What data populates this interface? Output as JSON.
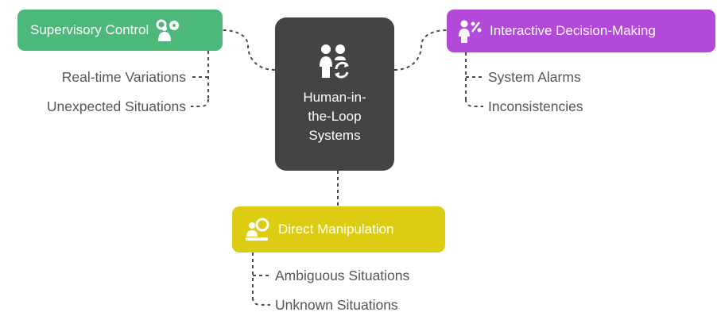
{
  "center": {
    "label": "Human-in-\nthe-Loop\nSystems",
    "icon": "people-sync-icon"
  },
  "branches": [
    {
      "label": "Supervisory Control",
      "icon": "gears-person-icon",
      "color": "#4cb879",
      "items": [
        "Real-time Variations",
        "Unexpected Situations"
      ]
    },
    {
      "label": "Interactive Decision-Making",
      "icon": "person-percent-icon",
      "color": "#b249d8",
      "items": [
        "System Alarms",
        "Inconsistencies"
      ]
    },
    {
      "label": "Direct Manipulation",
      "icon": "hand-gear-icon",
      "color": "#dccc13",
      "items": [
        "Ambiguous Situations",
        "Unknown Situations"
      ]
    }
  ],
  "colors": {
    "center": "#444444",
    "connector": "#4a4a4a",
    "leaf_text": "#555555"
  }
}
